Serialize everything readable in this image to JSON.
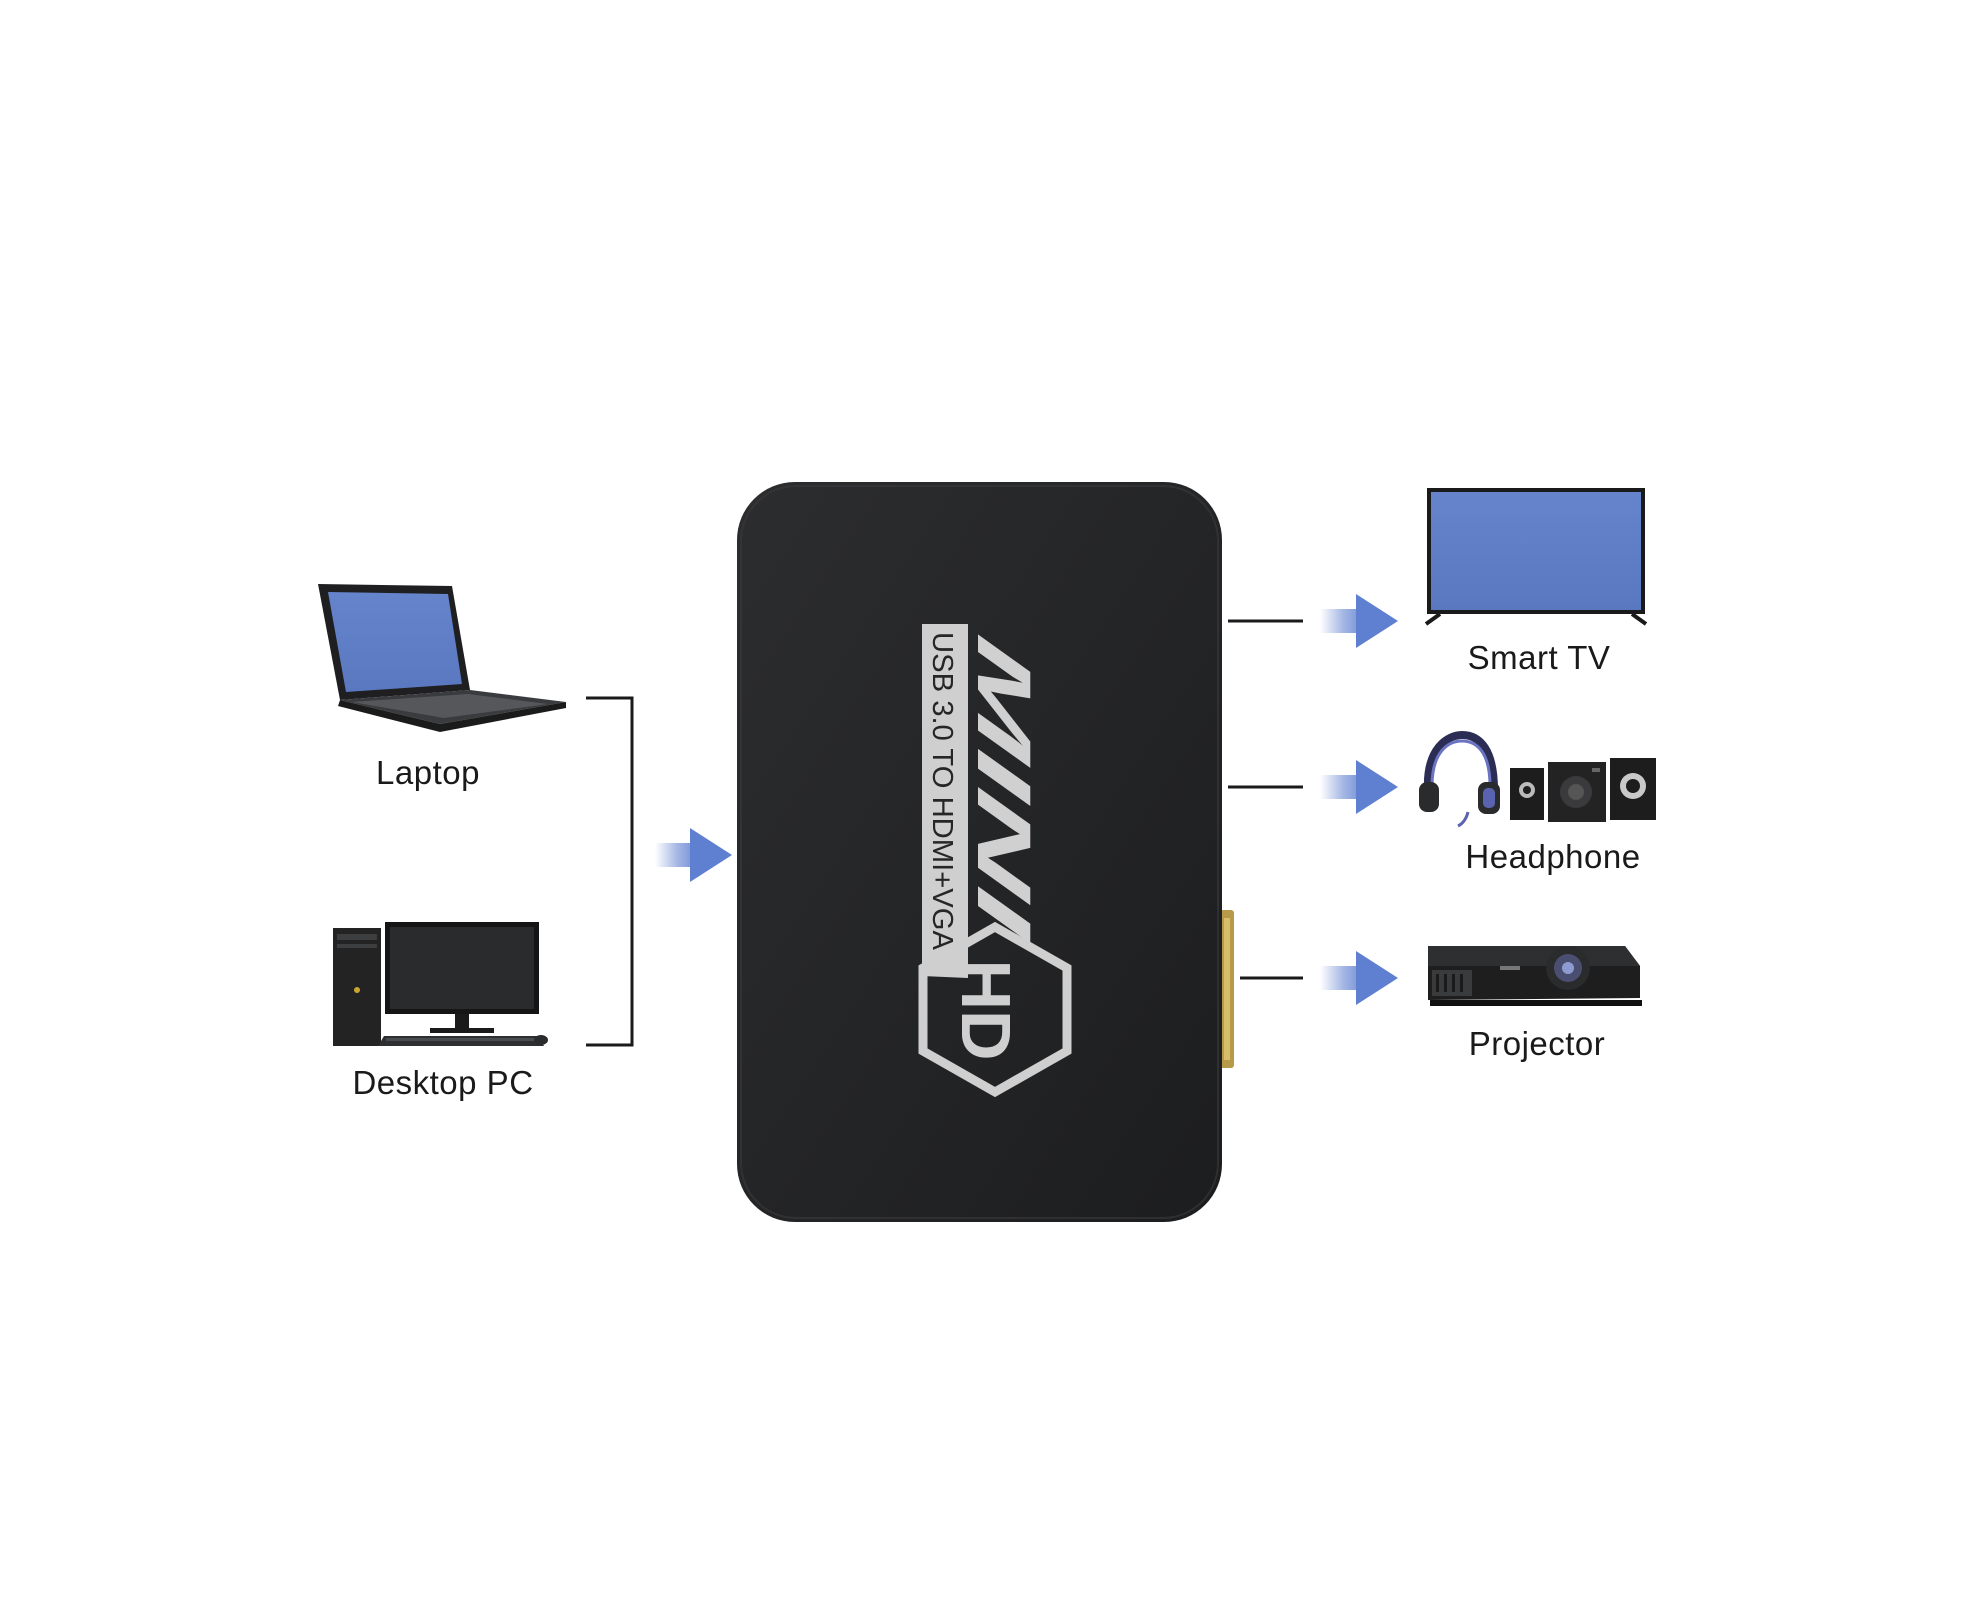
{
  "inputs": [
    {
      "label": "Laptop",
      "icon": "laptop-icon"
    },
    {
      "label": "Desktop PC",
      "icon": "desktop-pc-icon"
    }
  ],
  "device": {
    "model_text": "MINI",
    "spec_text": "USB 3.0 TO HDMI+VGA",
    "badge_text": "HD",
    "body_color": "#242526"
  },
  "outputs": [
    {
      "label": "Smart TV",
      "icon": "smart-tv-icon"
    },
    {
      "label": "Headphone",
      "icon": "headphone-speakers-icon"
    },
    {
      "label": "Projector",
      "icon": "projector-icon"
    }
  ],
  "colors": {
    "screen": "#5d7cc4",
    "arrow": "#5f7fd0",
    "line": "#1a1a1a"
  }
}
